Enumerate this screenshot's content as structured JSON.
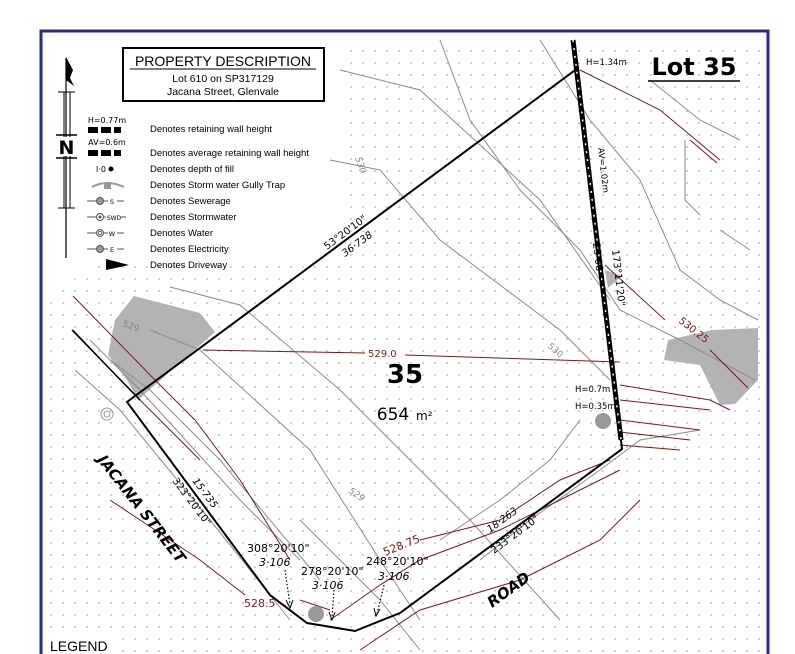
{
  "property_description": {
    "title": "PROPERTY DESCRIPTION",
    "lot_plan": "Lot 610 on SP317129",
    "address": "Jacana Street, Glenvale"
  },
  "lot_heading": "Lot 35",
  "north_label": "N",
  "legend": {
    "items": [
      {
        "symbol_text": "H=0.77m",
        "label": "Denotes retaining wall height"
      },
      {
        "symbol_text": "AV=0.6m",
        "label": "Denotes average retaining wall height"
      },
      {
        "symbol_text": "I·0",
        "label": "Denotes depth of fill"
      },
      {
        "symbol_text": "",
        "label": "Denotes Storm water Gully Trap"
      },
      {
        "symbol_text": "S",
        "label": "Denotes Sewerage"
      },
      {
        "symbol_text": "SWD",
        "label": "Denotes Stormwater"
      },
      {
        "symbol_text": "W",
        "label": "Denotes Water"
      },
      {
        "symbol_text": "E",
        "label": "Denotes Electricity"
      },
      {
        "symbol_text": "",
        "label": "Denotes Driveway"
      }
    ],
    "footer_heading": "LEGEND"
  },
  "lot": {
    "number": "35",
    "area": "654",
    "area_unit": "m²"
  },
  "boundaries": {
    "nw_bearing": "53°20'10\"",
    "nw_distance": "36·738",
    "east_bearing": "173°11'20\"",
    "east_distance": "25·06",
    "west_bearing": "323°20'10\"",
    "west_distance": "15·735",
    "se_bearing": "233°20'10\"",
    "se_distance": "18·263",
    "chord1_bearing": "308°20'10\"",
    "chord1_distance": "3·106",
    "chord2_bearing": "278°20'10\"",
    "chord2_distance": "3·106",
    "chord3_bearing": "248°20'10\"",
    "chord3_distance": "3·106"
  },
  "retaining_walls": {
    "north_height": "H=1.34m",
    "east_average": "AV=1.02m",
    "se_height_1": "H=0.7m",
    "se_height_2": "H=0.35m"
  },
  "contours": {
    "red_1": "529.0",
    "red_2": "530.25",
    "red_3": "528.75",
    "red_4": "528.5",
    "grey_1": "529",
    "grey_2": "530",
    "grey_3": "530",
    "grey_4": "529"
  },
  "streets": {
    "west": "JACANA STREET",
    "south": "ROAD"
  },
  "colors": {
    "frame": "#2b2b8a",
    "boundary": "#000000",
    "design_contour": "#7a1a1a",
    "existing_contour": "#8c8c8c",
    "shaded_area": "#b3b3b3"
  }
}
